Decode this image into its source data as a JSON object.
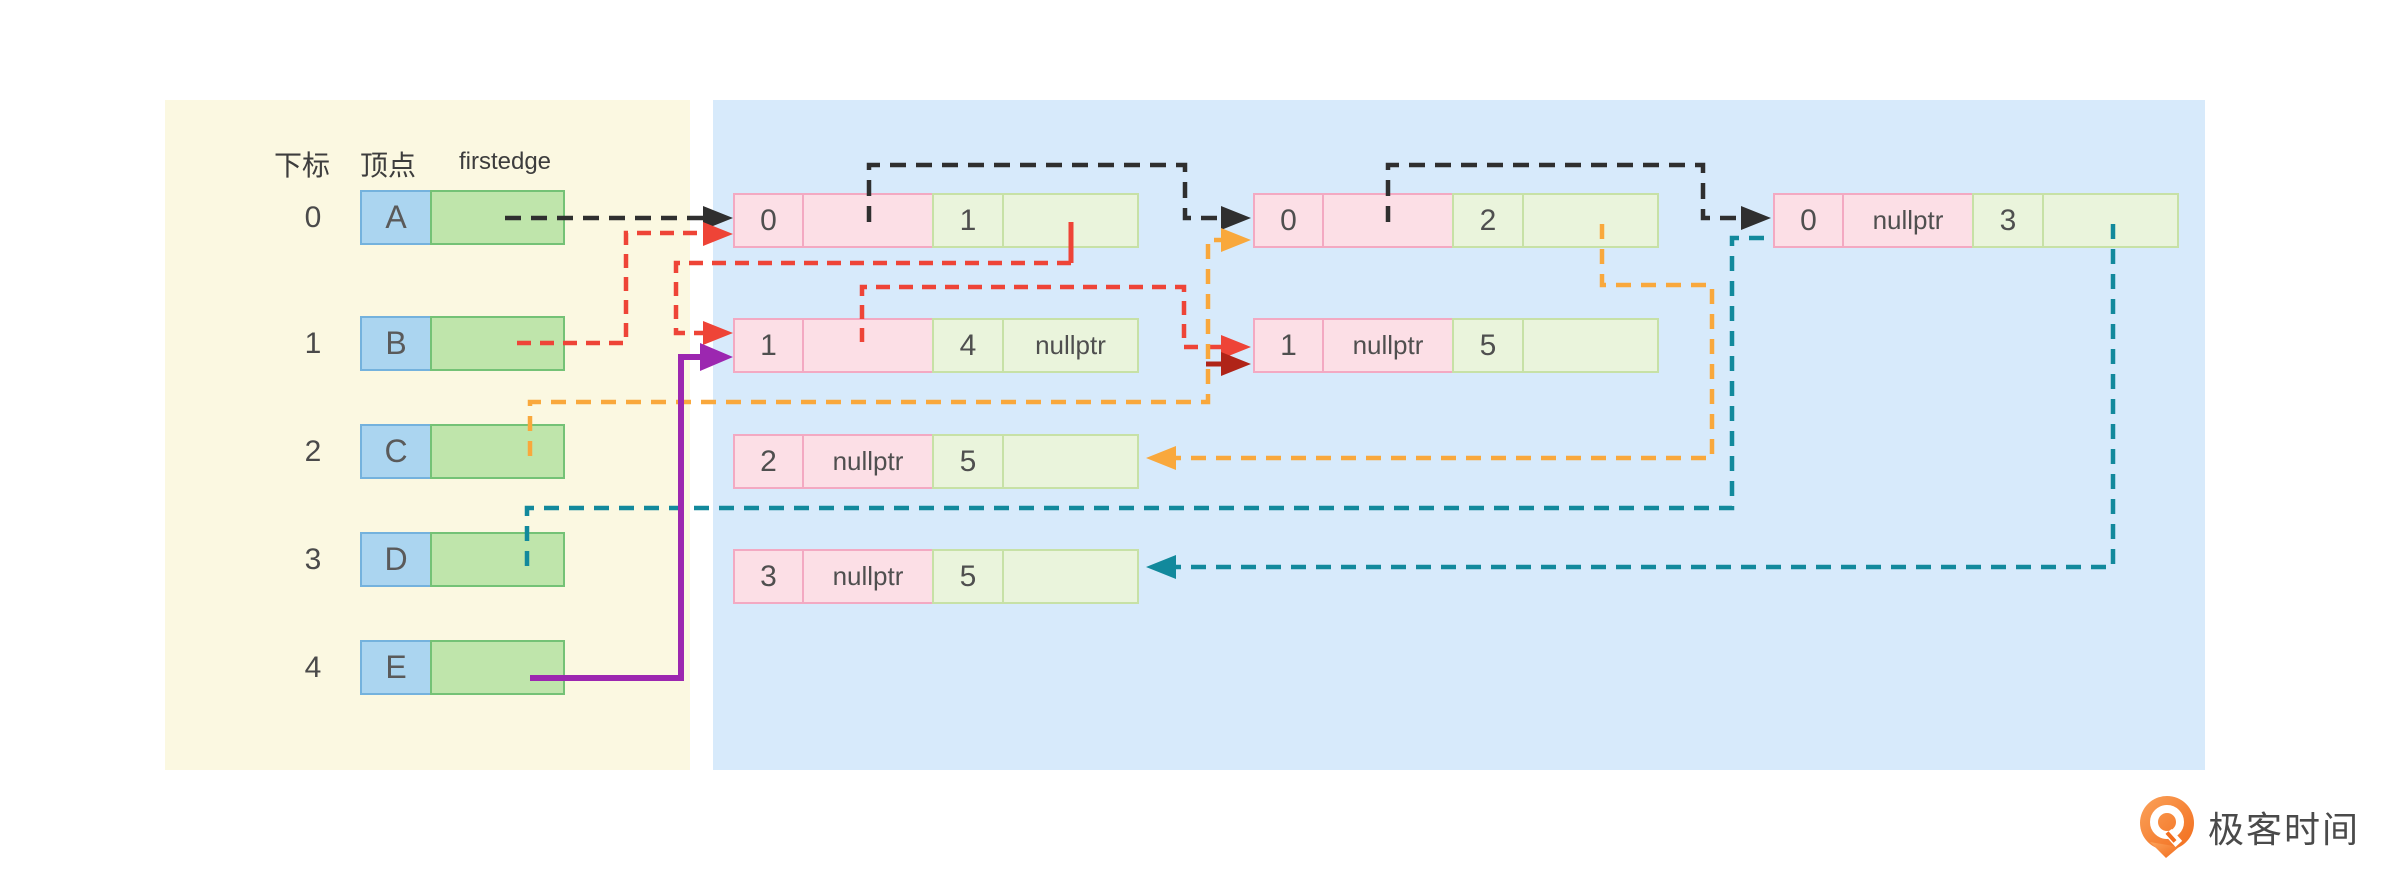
{
  "table": {
    "header_index": "下标",
    "header_vertex": "顶点",
    "header_firstedge": "firstedge",
    "rows": [
      {
        "index": "0",
        "vertex": "A"
      },
      {
        "index": "1",
        "vertex": "B"
      },
      {
        "index": "2",
        "vertex": "C"
      },
      {
        "index": "3",
        "vertex": "D"
      },
      {
        "index": "4",
        "vertex": "E"
      }
    ]
  },
  "nodes": [
    {
      "name": "edge-node-0-1",
      "cells": [
        "0",
        "",
        "1",
        ""
      ]
    },
    {
      "name": "edge-node-0-2",
      "cells": [
        "0",
        "",
        "2",
        ""
      ]
    },
    {
      "name": "edge-node-0-3",
      "cells": [
        "0",
        "nullptr",
        "3",
        ""
      ]
    },
    {
      "name": "edge-node-1-4",
      "cells": [
        "1",
        "",
        "4",
        "nullptr"
      ]
    },
    {
      "name": "edge-node-1-5",
      "cells": [
        "1",
        "nullptr",
        "5",
        ""
      ]
    },
    {
      "name": "edge-node-2-5",
      "cells": [
        "2",
        "nullptr",
        "5",
        ""
      ]
    },
    {
      "name": "edge-node-3-5",
      "cells": [
        "3",
        "nullptr",
        "5",
        ""
      ]
    }
  ],
  "arrows": [
    {
      "name": "a-firstedge-to-node-0-1",
      "color": "black",
      "style": "dashed"
    },
    {
      "name": "node-0-1-ilink-to-node-0-2",
      "color": "black",
      "style": "dashed"
    },
    {
      "name": "node-0-2-ilink-to-node-0-3",
      "color": "black",
      "style": "dashed"
    },
    {
      "name": "b-firstedge-to-node-0-1",
      "color": "red",
      "style": "dashed"
    },
    {
      "name": "node-0-1-jlink-to-node-1-4",
      "color": "red",
      "style": "dashed"
    },
    {
      "name": "node-1-4-ilink-to-node-1-5",
      "color": "red",
      "style": "dashed"
    },
    {
      "name": "pointer-into-node-1-5-secondary",
      "color": "dark-red",
      "style": "solid"
    },
    {
      "name": "c-firstedge-to-node-0-2",
      "color": "orange",
      "style": "dashed"
    },
    {
      "name": "node-0-2-jlink-to-node-2-5",
      "color": "orange",
      "style": "dashed"
    },
    {
      "name": "d-firstedge-to-node-0-3",
      "color": "teal",
      "style": "dashed"
    },
    {
      "name": "node-0-3-jlink-to-node-3-5",
      "color": "teal",
      "style": "dashed"
    },
    {
      "name": "e-firstedge-to-node-1-4",
      "color": "purple",
      "style": "solid"
    }
  ],
  "logo": {
    "text": "极客时间"
  },
  "colors": {
    "black_arrow": "#2f2f2f",
    "red_arrow": "#ee4437",
    "dark_red_arrow": "#b02418",
    "orange_arrow": "#f9a83c",
    "teal_arrow": "#12899c",
    "purple_arrow": "#9c27b0",
    "panel_left_bg": "#fbf8e1",
    "panel_right_bg": "#d7eafb",
    "vertex_cell_bg": "#abd5f0",
    "firstedge_cell_bg": "#bfe5ab",
    "node_pink_cell_bg": "#fcdfe6",
    "node_green_cell_bg": "#eaf4dc",
    "logo_orange": "#f6831f"
  }
}
